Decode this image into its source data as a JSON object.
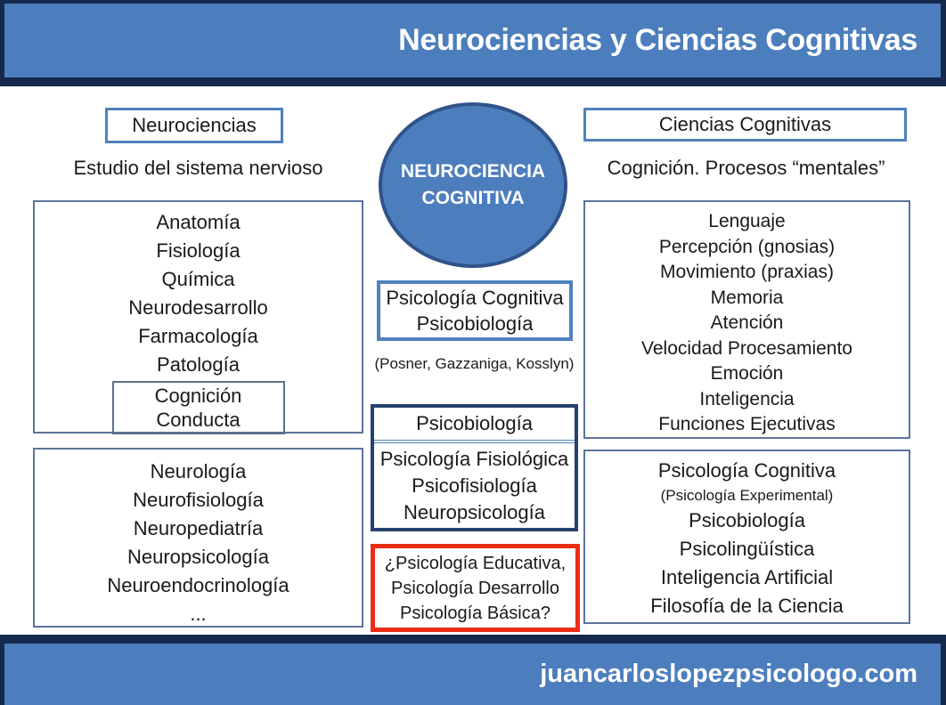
{
  "header": {
    "title": "Neurociencias y Ciencias Cognitivas"
  },
  "footer": {
    "website": "juancarloslopezpsicologo.com"
  },
  "colors": {
    "accent_blue": "#4c7ebd",
    "dark_navy": "#15294d",
    "box_border_blue": "#4f81bd",
    "thin_border_blue": "#5b749b",
    "psychobiology_border": "#24426c",
    "question_border_red": "#ec2d16"
  },
  "left": {
    "heading": "Neurociencias",
    "subtitle": "Estudio del sistema nervioso",
    "disciplines": [
      "Anatomía",
      "Fisiología",
      "Química",
      "Neurodesarrollo",
      "Farmacología",
      "Patología"
    ],
    "inner": [
      "Cognición",
      "Conducta"
    ],
    "clinical": [
      "Neurología",
      "Neurofisiología",
      "Neuropediatría",
      "Neuropsicología",
      "Neuroendocrinología",
      "..."
    ]
  },
  "center": {
    "circle": [
      "NEUROCIENCIA",
      "COGNITIVA"
    ],
    "approaches": [
      "Psicología Cognitiva",
      "Psicobiología"
    ],
    "authors": "(Posner, Gazzaniga, Kosslyn)",
    "psychobiology": {
      "title": "Psicobiología",
      "items": [
        "Psicología Fisiológica",
        "Psicofisiología",
        "Neuropsicología"
      ]
    },
    "question": [
      "¿Psicología Educativa,",
      "Psicología Desarrollo",
      "Psicología Básica?"
    ]
  },
  "right": {
    "heading": "Ciencias Cognitivas",
    "subtitle": "Cognición. Procesos “mentales”",
    "processes": [
      "Lenguaje",
      "Percepción (gnosias)",
      "Movimiento (praxias)",
      "Memoria",
      "Atención",
      "Velocidad Procesamiento",
      "Emoción",
      "Inteligencia",
      "Funciones Ejecutivas"
    ],
    "fields": [
      "Psicología Cognitiva",
      "(Psicología Experimental)",
      "Psicobiología",
      "Psicolingüística",
      "Inteligencia Artificial",
      "Filosofía de la Ciencia"
    ]
  }
}
